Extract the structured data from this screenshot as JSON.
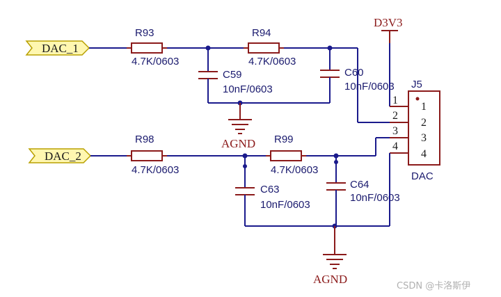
{
  "ports": {
    "dac1": "DAC_1",
    "dac2": "DAC_2"
  },
  "power": {
    "label": "D3V3"
  },
  "grounds": {
    "agnd_top": "AGND",
    "agnd_bottom": "AGND"
  },
  "resistors": {
    "r93": {
      "ref": "R93",
      "value": "4.7K/0603"
    },
    "r94": {
      "ref": "R94",
      "value": "4.7K/0603"
    },
    "r98": {
      "ref": "R98",
      "value": "4.7K/0603"
    },
    "r99": {
      "ref": "R99",
      "value": "4.7K/0603"
    }
  },
  "capacitors": {
    "c59": {
      "ref": "C59",
      "value": "10nF/0603"
    },
    "c60": {
      "ref": "C60",
      "value": "10nF/0603"
    },
    "c63": {
      "ref": "C63",
      "value": "10nF/0603"
    },
    "c64": {
      "ref": "C64",
      "value": "10nF/0603"
    }
  },
  "connector": {
    "ref": "J5",
    "name": "DAC",
    "pins_outer": [
      "1",
      "2",
      "3",
      "4"
    ],
    "pins_inner": [
      "1",
      "2",
      "3",
      "4"
    ]
  },
  "watermark": "CSDN @卡洛斯伊",
  "colors": {
    "wire": "#1a1a8c",
    "component": "#8b1a1a",
    "port_fill": "#fff7b0"
  }
}
